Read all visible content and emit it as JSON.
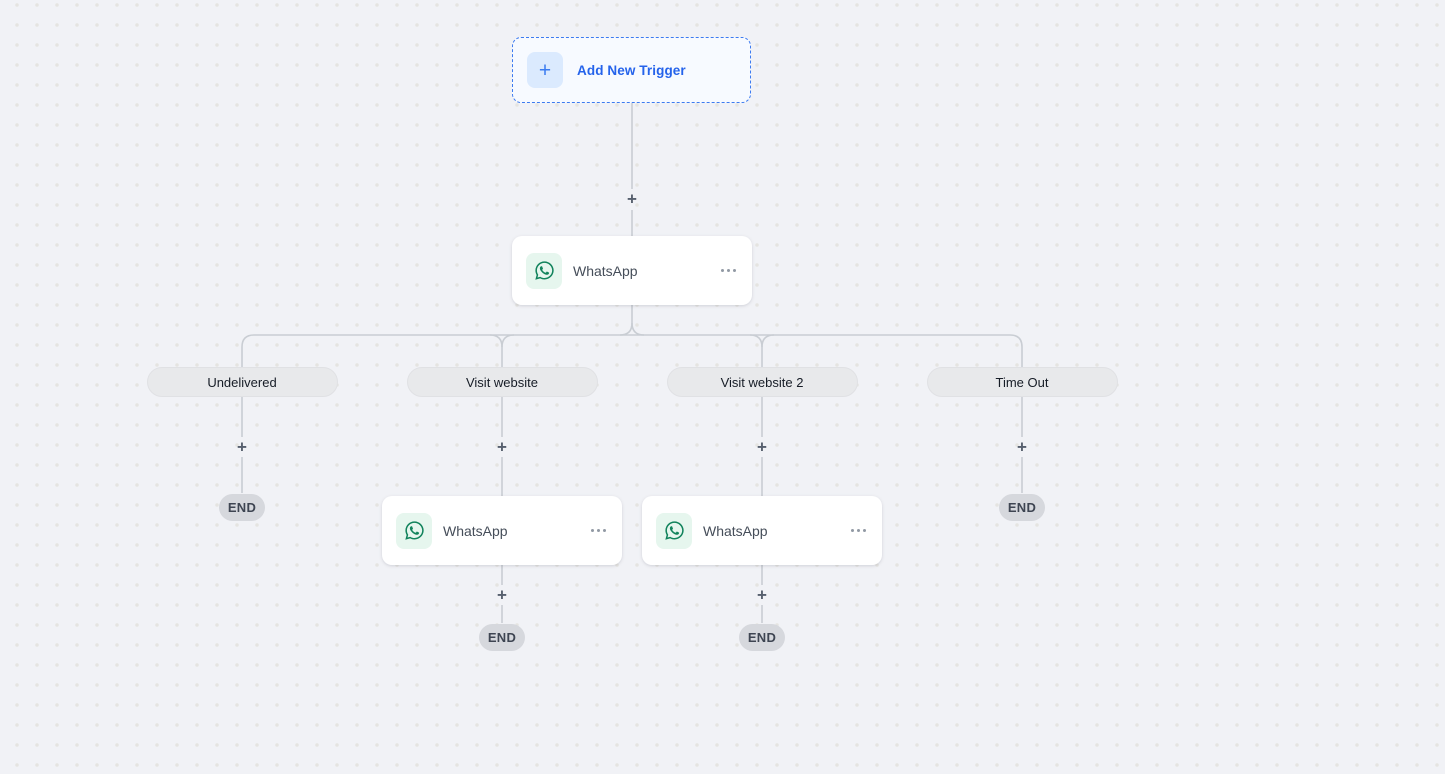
{
  "trigger_button": {
    "label": "Add New Trigger",
    "icon_glyph": "+"
  },
  "root_node": {
    "label": "WhatsApp"
  },
  "add_glyph": "+",
  "branches": [
    {
      "label": "Undelivered",
      "children": [
        {
          "type": "end",
          "label": "END"
        }
      ]
    },
    {
      "label": "Visit website",
      "children": [
        {
          "type": "node",
          "label": "WhatsApp"
        },
        {
          "type": "end",
          "label": "END"
        }
      ]
    },
    {
      "label": "Visit website 2",
      "children": [
        {
          "type": "node",
          "label": "WhatsApp"
        },
        {
          "type": "end",
          "label": "END"
        }
      ]
    },
    {
      "label": "Time Out",
      "children": [
        {
          "type": "end",
          "label": "END"
        }
      ]
    }
  ],
  "colors": {
    "canvas_bg": "#f1f2f6",
    "grid_dot": "#e5e4e1",
    "connector": "#c9cdd3",
    "accent_blue": "#2563eb",
    "whatsapp_green": "#11835c",
    "node_bg": "#ffffff",
    "branch_pill_bg": "#e8e9eb",
    "end_pill_bg": "#d6d8dd"
  }
}
